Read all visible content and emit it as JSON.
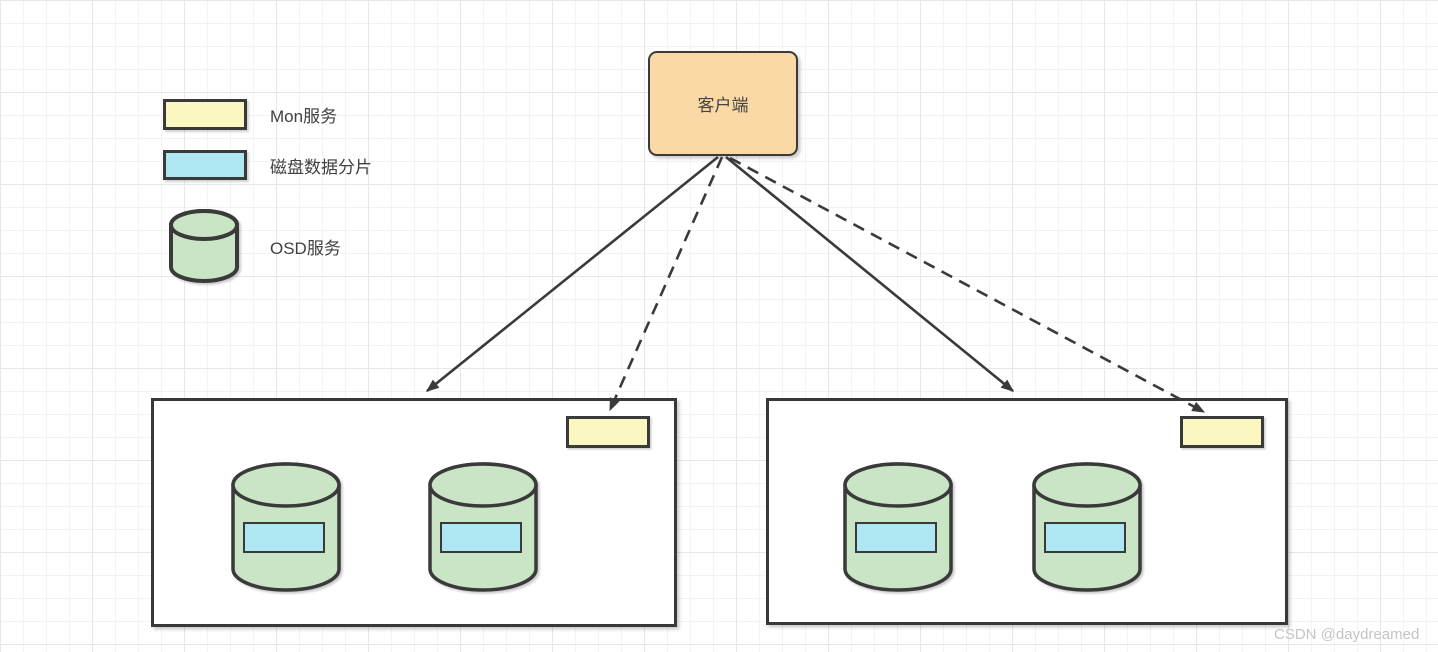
{
  "page": {
    "watermark": "CSDN @daydreamed"
  },
  "legend": {
    "items": [
      {
        "id": "mon",
        "label": "Mon服务",
        "fill": "#fbf7c0",
        "shape": "rectangle"
      },
      {
        "id": "shard",
        "label": "磁盘数据分片",
        "fill": "#aee7f2",
        "shape": "rectangle"
      },
      {
        "id": "osd",
        "label": "OSD服务",
        "fill": "#c9e5c5",
        "shape": "cylinder"
      }
    ]
  },
  "nodes": {
    "client": {
      "label": "客户端",
      "fill": "#fbd9a6"
    },
    "servers": [
      {
        "id": "server-1",
        "mon_boxes": 1,
        "osd_cylinders": 2,
        "shards_per_osd": 1
      },
      {
        "id": "server-2",
        "mon_boxes": 1,
        "osd_cylinders": 2,
        "shards_per_osd": 1
      }
    ]
  },
  "edges": [
    {
      "from": "client",
      "to": "server-1",
      "style": "solid",
      "arrow": "end"
    },
    {
      "from": "client",
      "to": "server-1-mon",
      "style": "dashed",
      "arrow": "end"
    },
    {
      "from": "client",
      "to": "server-2",
      "style": "solid",
      "arrow": "end"
    },
    {
      "from": "client",
      "to": "server-2-mon",
      "style": "dashed",
      "arrow": "end"
    }
  ],
  "colors": {
    "stroke": "#3a3a3a",
    "client_fill": "#fbd9a6",
    "mon_fill": "#fbf7c0",
    "shard_fill": "#aee7f2",
    "osd_fill": "#c9e5c5",
    "watermark_text": "#c4c4c4"
  }
}
